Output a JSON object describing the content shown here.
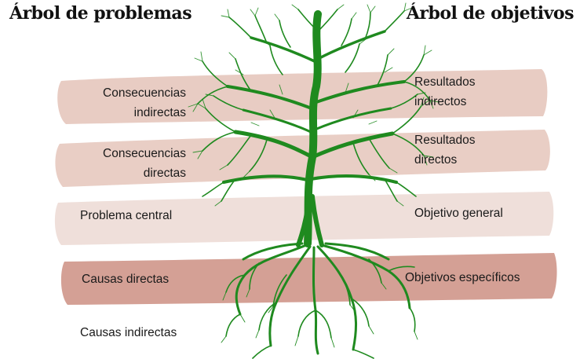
{
  "titles": {
    "left": "Árbol de problemas",
    "right": "Árbol de objetivos"
  },
  "problem_tree": {
    "consecuencias_indirectas": "Consecuencias\nindirectas",
    "consecuencias_directas": "Consecuencias\ndirectas",
    "problema_central": "Problema central",
    "causas_directas": "Causas directas",
    "causas_indirectas": "Causas indirectas"
  },
  "objective_tree": {
    "resultados_indirectos": "Resultados\nindirectos",
    "resultados_directos": "Resultados\ndirectos",
    "objetivo_general": "Objetivo general",
    "objetivos_especificos": "Objetivos específicos"
  },
  "colors": {
    "band_light": "#e7cbc1",
    "band_pale": "#efddd8",
    "band_dark": "#d39d91",
    "tree_green": "#1f8a1f"
  },
  "icons": {
    "tree": "tree-with-roots-illustration"
  }
}
